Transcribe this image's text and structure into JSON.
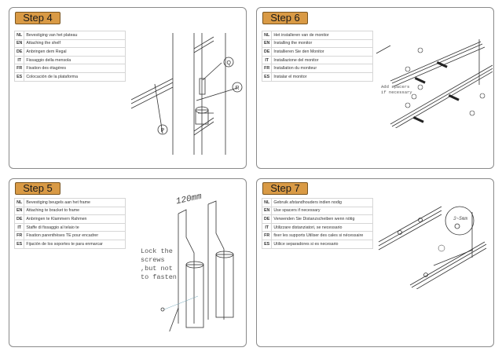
{
  "steps": [
    {
      "title": "Step 4",
      "rows": [
        [
          "NL",
          "Bevestiging van het plateau"
        ],
        [
          "EN",
          "Attaching the shelf"
        ],
        [
          "DE",
          "Anbringen dem Regal"
        ],
        [
          "IT",
          "Fissaggio della mensola"
        ],
        [
          "FR",
          "Fixation des étagères"
        ],
        [
          "ES",
          "Colocación de la plataforma"
        ]
      ],
      "callouts": [
        "Q",
        "R",
        "P"
      ]
    },
    {
      "title": "Step 6",
      "rows": [
        [
          "NL",
          "Het installeren van de monitor"
        ],
        [
          "EN",
          "Installing the monitor"
        ],
        [
          "DE",
          "Installieren Sie den Monitor"
        ],
        [
          "IT",
          "Installazione del monitor"
        ],
        [
          "FR",
          "Installation du moniteur"
        ],
        [
          "ES",
          "Instalar el monitor"
        ]
      ],
      "note": "Add spacers if necessary"
    },
    {
      "title": "Step 5",
      "rows": [
        [
          "NL",
          "Bevestiging beugels aan het frame"
        ],
        [
          "EN",
          "Attaching te bracket to frame"
        ],
        [
          "DE",
          "Anbringen te Klammern Rahmen"
        ],
        [
          "IT",
          "Staffe di fissaggio al telaio te"
        ],
        [
          "FR",
          "Fixation parenthèses TE pour encadrer"
        ],
        [
          "ES",
          "Fijación de los soportes te para enmarcar"
        ]
      ],
      "note": [
        "Lock the",
        "screws",
        ",but not",
        "to fasten"
      ],
      "dimension": "120mm"
    },
    {
      "title": "Step 7",
      "rows": [
        [
          "NL",
          "Gebruik afstandhouders indien nodig"
        ],
        [
          "EN",
          "Use spacers if necessary"
        ],
        [
          "DE",
          "Verwenden Sie Distanzscheiben wenn nötig"
        ],
        [
          "IT",
          "Utilizzare distanziatori, se necessario"
        ],
        [
          "FR",
          "fixer les supports Utiliser des cales si nécessaire"
        ],
        [
          "ES",
          "Utilice separadores si es necesario"
        ]
      ],
      "dimension": "3~5mm"
    }
  ]
}
